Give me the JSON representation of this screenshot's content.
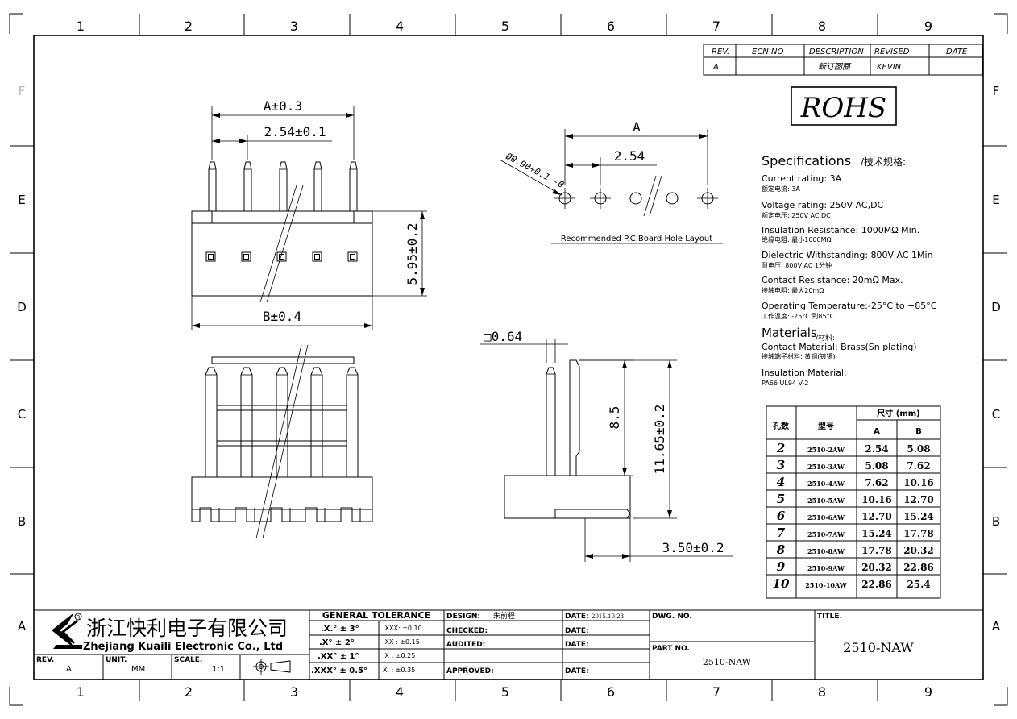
{
  "frame": {
    "columns": [
      "1",
      "2",
      "3",
      "4",
      "5",
      "6",
      "7",
      "8",
      "9"
    ],
    "rows": [
      "F",
      "E",
      "D",
      "C",
      "B",
      "A"
    ]
  },
  "revision": {
    "headers": [
      "REV.",
      "ECN NO",
      "DESCRIPTION",
      "REVISED",
      "DATE"
    ],
    "row": [
      "A",
      "",
      "新订图面",
      "KEVIN",
      ""
    ]
  },
  "rohs": "ROHS",
  "front_view": {
    "dim_a": "A±0.3",
    "dim_pitch": "2.54±0.1",
    "dim_height": "5.95±0.2",
    "dim_b": "B±0.4"
  },
  "pcb_layout": {
    "dim_a": "A",
    "dim_pitch": "2.54",
    "hole_dia": "Ø0.90+0.1 -0",
    "caption": "Recommended P.C.Board Hole Layout"
  },
  "side_view": {
    "pin_square": "□0.64",
    "dim_85": "8.5",
    "dim_1165": "11.65±0.2",
    "dim_350": "3.50±0.2"
  },
  "specs": {
    "title": "Specifications",
    "title_cn": "/技术规格:",
    "items": [
      {
        "en": "Current rating: 3A",
        "cn": "额定电流: 3A"
      },
      {
        "en": "Voltage rating: 250V AC,DC",
        "cn": "额定电压: 250V AC,DC"
      },
      {
        "en": "Insulation Resistance: 1000MΩ Min.",
        "cn": "绝缘电阻: 最小1000MΩ"
      },
      {
        "en": "Dielectric Withstanding:  800V AC  1Min",
        "cn": "耐电压: 800V AC  1分钟"
      },
      {
        "en": "Contact Resistance:  20mΩ Max.",
        "cn": "接触电阻: 最大20mΩ"
      },
      {
        "en": "Operating Temperature:-25°C to +85°C",
        "cn": "工作温度: -25°C 到85°C"
      }
    ],
    "materials_title": "Materials",
    "materials_cn": "/材料:",
    "materials": [
      {
        "en": "Contact Material: Brass(Sn plating)",
        "cn": "接触端子材料: 黄铜(镀锡)"
      },
      {
        "en": "Insulation Material:",
        "cn": "PA66  UL94 V-2"
      }
    ]
  },
  "size_table": {
    "header_pins": "孔数",
    "header_model": "型号",
    "header_size": "尺寸 (mm)",
    "header_a": "A",
    "header_b": "B",
    "rows": [
      [
        "2",
        "2510-2AW",
        "2.54",
        "5.08"
      ],
      [
        "3",
        "2510-3AW",
        "5.08",
        "7.62"
      ],
      [
        "4",
        "2510-4AW",
        "7.62",
        "10.16"
      ],
      [
        "5",
        "2510-5AW",
        "10.16",
        "12.70"
      ],
      [
        "6",
        "2510-6AW",
        "12.70",
        "15.24"
      ],
      [
        "7",
        "2510-7AW",
        "15.24",
        "17.78"
      ],
      [
        "8",
        "2510-8AW",
        "17.78",
        "20.32"
      ],
      [
        "9",
        "2510-9AW",
        "20.32",
        "22.86"
      ],
      [
        "10",
        "2510-10AW",
        "22.86",
        "25.4"
      ]
    ]
  },
  "title_block": {
    "company_cn": "浙江快利电子有限公司",
    "company_en": "Zhejiang Kuaili Electronic Co., Ltd",
    "rev_label": "REV.",
    "rev_value": "A",
    "unit_label": "UNIT.",
    "unit_value": "MM",
    "scale_label": "SCALE.",
    "scale_value": "1:1",
    "tolerance_title": "GENERAL TOLERANCE",
    "tolerances": [
      [
        ".X.° ± 3°",
        ".XXX:  ±0.10"
      ],
      [
        ".X° ± 2°",
        ".XX :  ±0.15"
      ],
      [
        ".XX° ± 1°",
        ".X  :  ±0.25"
      ],
      [
        ".XXX° ± 0.5°",
        "X.  :  ±0.35"
      ]
    ],
    "design_label": "DESIGN:",
    "design_value": "朱前程",
    "checked_label": "CHECKED:",
    "audited_label": "AUDITED:",
    "approved_label": "APPROVED:",
    "date_label": "DATE:",
    "date_value": "2015.10.23",
    "dwg_label": "DWG. NO.",
    "part_label": "PART NO.",
    "part_value": "2510-NAW",
    "title_label": "TITLE.",
    "title_value": "2510-NAW"
  }
}
